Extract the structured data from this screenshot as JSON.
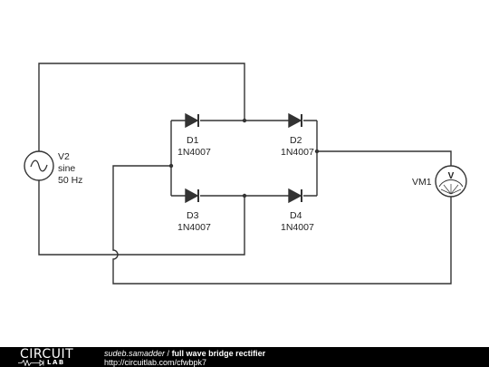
{
  "circuit": {
    "source": {
      "name": "V2",
      "type": "sine",
      "frequency": "50 Hz"
    },
    "diodes": [
      {
        "ref": "D1",
        "part": "1N4007"
      },
      {
        "ref": "D2",
        "part": "1N4007"
      },
      {
        "ref": "D3",
        "part": "1N4007"
      },
      {
        "ref": "D4",
        "part": "1N4007"
      }
    ],
    "meter": {
      "ref": "VM1",
      "symbol": "V"
    }
  },
  "footer": {
    "logo_top": "CIRCUIT",
    "logo_bottom": "LAB",
    "author": "sudeb.samadder",
    "separator": " / ",
    "title": "full wave bridge rectifier",
    "url": "http://circuitlab.com/cfwbpk7"
  }
}
